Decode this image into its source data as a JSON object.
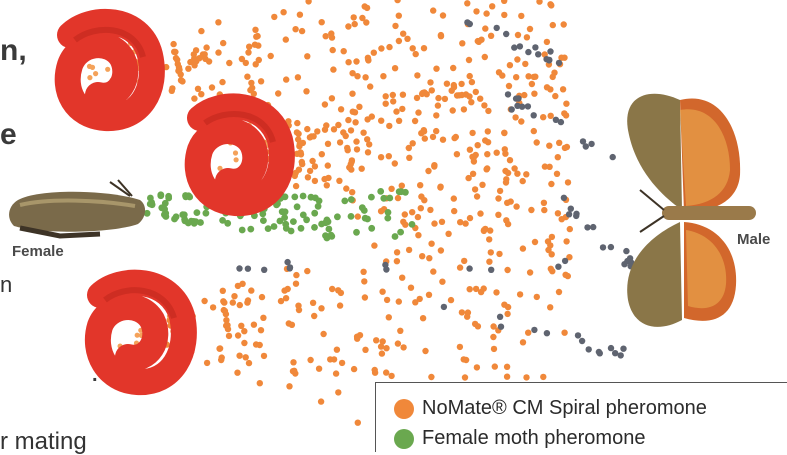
{
  "colors": {
    "nomate_dot": "#f0883a",
    "female_dot": "#6aa84f",
    "grey_dot": "#5f6470",
    "spiral": "#e2362a"
  },
  "fragments": [
    "n,",
    "e",
    "n",
    ".",
    "r mating"
  ],
  "labels": {
    "female": "Female",
    "male": "Male"
  },
  "legend": [
    {
      "label": "NoMate® CM Spiral pheromone",
      "color": "#f0883a"
    },
    {
      "label": "Female moth pheromone",
      "color": "#6aa84f"
    }
  ]
}
